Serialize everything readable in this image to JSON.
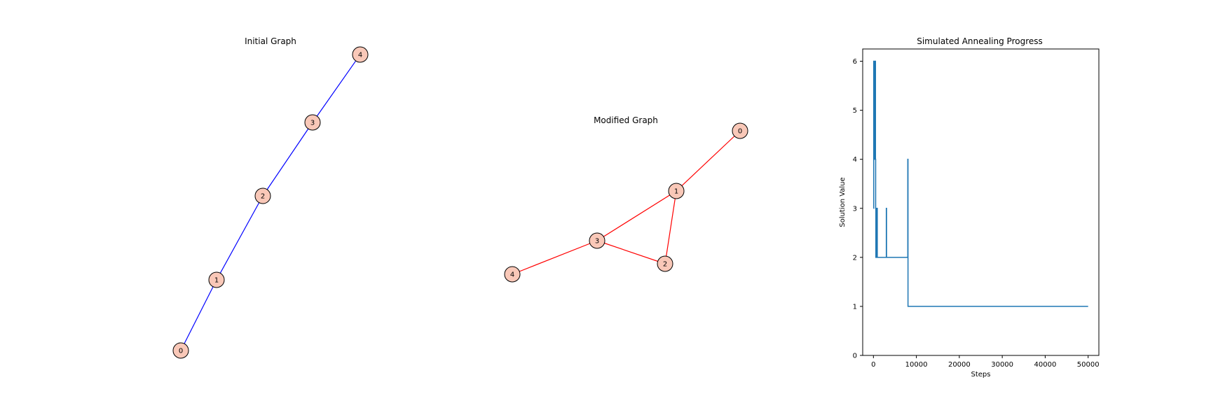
{
  "colors": {
    "initial_edge": "#0000ff",
    "modified_edge": "#ff0000",
    "node_fill": "#f9c8b8",
    "node_stroke": "#000000",
    "line_series": "#1f77b4"
  },
  "chart_data": [
    {
      "type": "network",
      "title": "Initial Graph",
      "nodes": [
        {
          "id": "0",
          "label": "0"
        },
        {
          "id": "1",
          "label": "1"
        },
        {
          "id": "2",
          "label": "2"
        },
        {
          "id": "3",
          "label": "3"
        },
        {
          "id": "4",
          "label": "4"
        }
      ],
      "edges": [
        [
          "0",
          "1"
        ],
        [
          "1",
          "2"
        ],
        [
          "2",
          "3"
        ],
        [
          "3",
          "4"
        ]
      ],
      "edge_color": "blue"
    },
    {
      "type": "network",
      "title": "Modified Graph",
      "nodes": [
        {
          "id": "0",
          "label": "0"
        },
        {
          "id": "1",
          "label": "1"
        },
        {
          "id": "2",
          "label": "2"
        },
        {
          "id": "3",
          "label": "3"
        },
        {
          "id": "4",
          "label": "4"
        }
      ],
      "edges": [
        [
          "0",
          "1"
        ],
        [
          "1",
          "2"
        ],
        [
          "1",
          "3"
        ],
        [
          "2",
          "3"
        ],
        [
          "3",
          "4"
        ]
      ],
      "edge_color": "red"
    },
    {
      "type": "line",
      "title": "Simulated Annealing Progress",
      "xlabel": "Steps",
      "ylabel": "Solution Value",
      "xlim": [
        -2500,
        52500
      ],
      "ylim": [
        0,
        6.25
      ],
      "xticks": [
        0,
        10000,
        20000,
        30000,
        40000,
        50000
      ],
      "yticks": [
        0,
        1,
        2,
        3,
        4,
        5,
        6
      ],
      "grid": false,
      "series": [
        {
          "x": [
            0,
            60,
            60,
            120,
            120,
            180,
            180,
            230,
            230,
            270,
            270,
            320,
            320,
            360,
            360,
            400,
            400,
            440,
            440,
            480,
            480,
            520,
            520,
            560,
            560,
            600,
            600,
            700,
            700,
            800,
            800,
            900,
            900,
            3000,
            3000,
            3050,
            3050,
            8000,
            8000,
            8050,
            8050,
            50000
          ],
          "y": [
            3,
            3,
            6,
            6,
            4,
            4,
            6,
            6,
            5,
            5,
            6,
            6,
            4,
            4,
            6,
            6,
            5,
            5,
            6,
            6,
            4,
            4,
            3,
            3,
            2,
            2,
            3,
            3,
            2,
            2,
            3,
            3,
            2,
            2,
            3,
            3,
            2,
            2,
            4,
            4,
            1,
            1
          ]
        }
      ]
    }
  ]
}
